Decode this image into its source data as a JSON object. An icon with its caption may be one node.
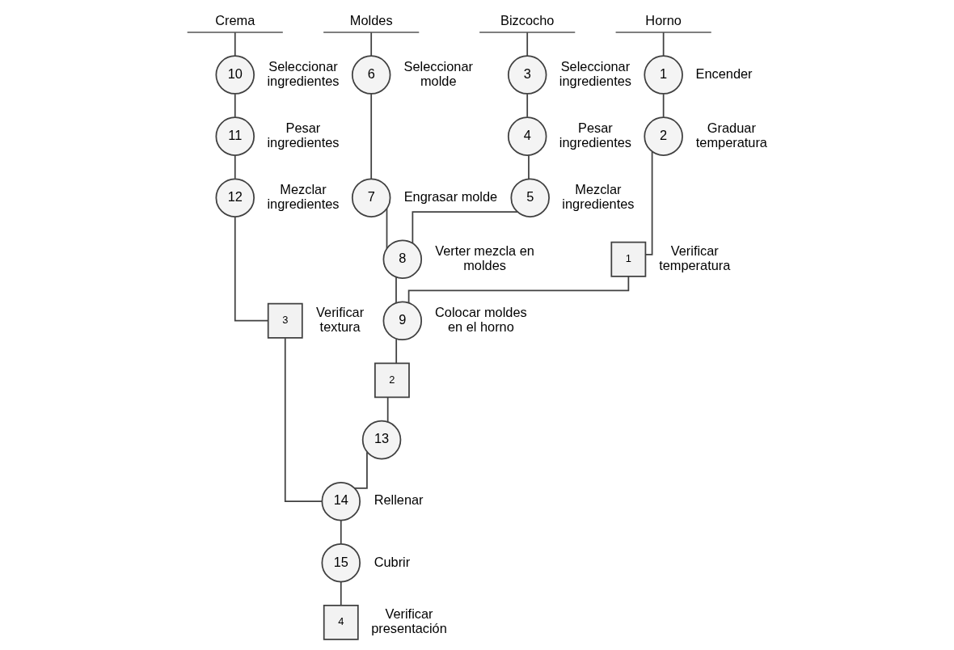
{
  "diagram": {
    "nodes": [
      {
        "text": [
          "Crema"
        ]
      },
      {
        "text": [
          "10"
        ],
        "beside": [
          "Seleccionar ingredientes"
        ]
      },
      {
        "text": [
          "11"
        ],
        "beside": [
          "Pesar ingredientes"
        ]
      },
      {
        "text": [
          "12"
        ],
        "beside": [
          "Mezclar ingredientes"
        ]
      },
      {
        "text": [
          "3"
        ],
        "beside": [
          "Verificar textura"
        ]
      },
      {
        "text": [
          "Moldes"
        ]
      },
      {
        "text": [
          "6"
        ],
        "beside": [
          "Seleccionar molde"
        ]
      },
      {
        "text": [
          "7"
        ],
        "beside": [
          "Engrasar molde"
        ]
      },
      {
        "text": [
          "Bizcocho"
        ]
      },
      {
        "text": [
          "3"
        ],
        "beside": [
          "Seleccionar ingredientes"
        ]
      },
      {
        "text": [
          "4"
        ],
        "beside": [
          "Pesar ingredientes"
        ]
      },
      {
        "text": [
          "5"
        ],
        "beside": [
          "Mezclar ingredientes"
        ]
      },
      {
        "text": [
          "8"
        ],
        "beside": [
          "Verter mezcla en moldes"
        ]
      },
      {
        "text": [
          "Horno"
        ]
      },
      {
        "text": [
          "1"
        ],
        "beside": [
          "Encender"
        ]
      },
      {
        "text": [
          "2"
        ],
        "beside": [
          "Graduar temperatura"
        ]
      },
      {
        "text": [
          "1"
        ],
        "beside": [
          "Verificar temperatura"
        ]
      },
      {
        "text": [
          "9"
        ],
        "beside": [
          "Colocar moldes en el horno"
        ]
      },
      {
        "text": [
          "2"
        ]
      },
      {
        "text": [
          "13"
        ]
      },
      {
        "text": [
          "14"
        ],
        "beside": [
          "Rellenar"
        ]
      },
      {
        "text": [
          "15"
        ],
        "beside": [
          "Cubrir"
        ]
      },
      {
        "text": [
          "4"
        ],
        "beside": [
          "Verificar presentación"
        ]
      }
    ],
    "edges": [
      {
        "from": 0,
        "to": 1,
        "arrow": "none"
      },
      {
        "from": 1,
        "to": 2,
        "arrow": "none"
      },
      {
        "from": 2,
        "to": 3,
        "arrow": "none"
      },
      {
        "from": 3,
        "to": 4,
        "arrow": "none"
      },
      {
        "from": 5,
        "to": 6,
        "arrow": "none"
      },
      {
        "from": 6,
        "to": 7,
        "arrow": "none"
      },
      {
        "from": 8,
        "to": 9,
        "arrow": "none"
      },
      {
        "from": 9,
        "to": 10,
        "arrow": "none"
      },
      {
        "from": 10,
        "to": 11,
        "arrow": "none"
      },
      {
        "from": 11,
        "to": 12,
        "arrow": "none"
      },
      {
        "from": 7,
        "to": 12,
        "arrow": "none"
      },
      {
        "from": 13,
        "to": 14,
        "arrow": "none"
      },
      {
        "from": 14,
        "to": 15,
        "arrow": "none"
      },
      {
        "from": 15,
        "to": 16,
        "arrow": "none"
      },
      {
        "from": 16,
        "to": 17,
        "arrow": "none"
      },
      {
        "from": 12,
        "to": 17,
        "arrow": "none"
      },
      {
        "from": 17,
        "to": 18,
        "arrow": "none"
      },
      {
        "from": 18,
        "to": 19,
        "arrow": "none"
      },
      {
        "from": 19,
        "to": 20,
        "arrow": "none"
      },
      {
        "from": 4,
        "to": 20,
        "arrow": "none"
      },
      {
        "from": 20,
        "to": 21,
        "arrow": "none"
      },
      {
        "from": 21,
        "to": 22,
        "arrow": "none"
      }
    ]
  }
}
